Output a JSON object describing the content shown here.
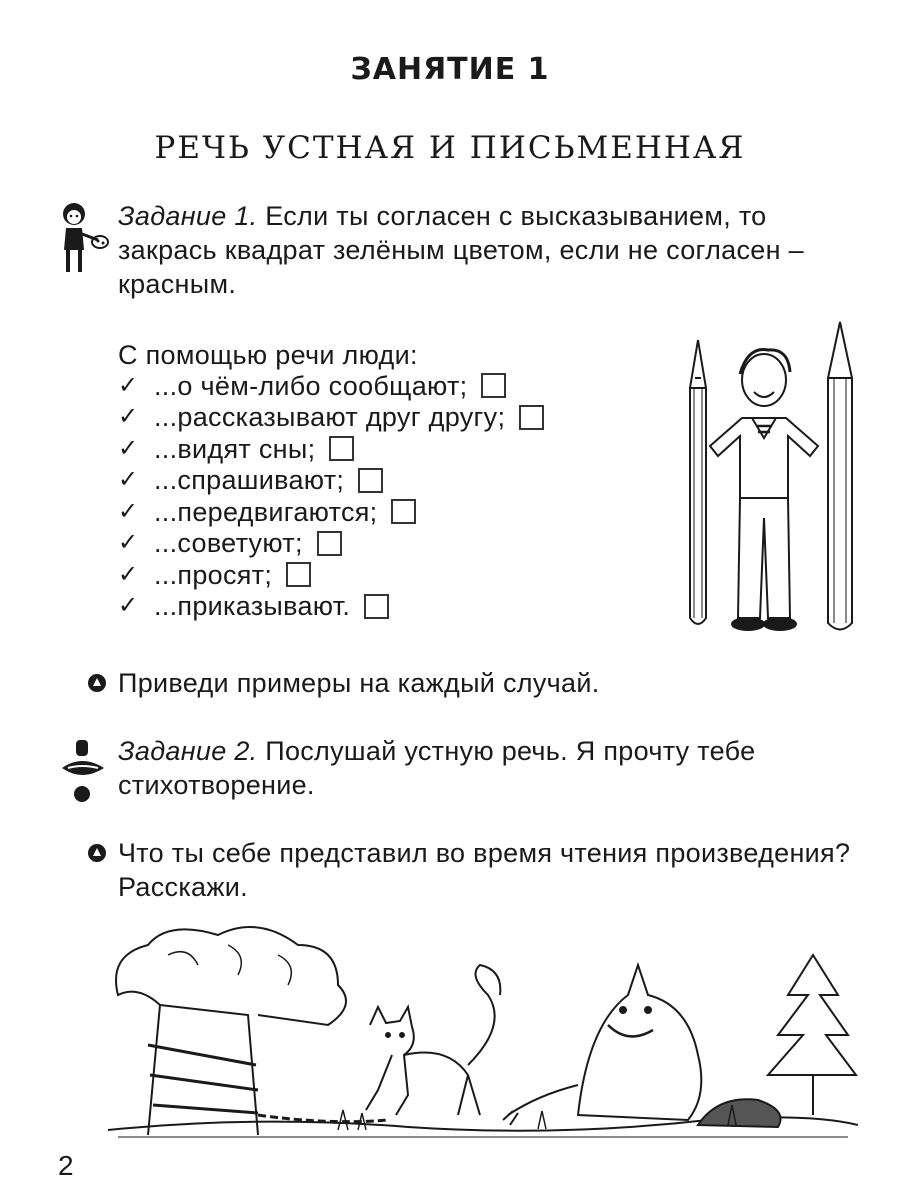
{
  "lesson_title": "ЗАНЯТИЕ 1",
  "topic_title": "РЕЧЬ УСТНАЯ И ПИСЬМЕННАЯ",
  "task1": {
    "label": "Задание 1.",
    "text": " Если ты согласен с высказыванием, то закрась квадрат зелёным цветом, если не согласен – красным."
  },
  "intro": "С помощью речи люди:",
  "items": [
    {
      "check": "✓",
      "text": "...о чём-либо сообщают;"
    },
    {
      "check": "✓",
      "text": "...рассказывают друг другу;"
    },
    {
      "check": "✓",
      "text": "...видят сны;"
    },
    {
      "check": "✓",
      "text": "...спрашивают;"
    },
    {
      "check": "✓",
      "text": "...передвигаются;"
    },
    {
      "check": "✓",
      "text": "...советуют;"
    },
    {
      "check": "✓",
      "text": "...просят;"
    },
    {
      "check": "✓",
      "text": "...приказывают."
    }
  ],
  "question1": "Приведи примеры на каждый случай.",
  "task2": {
    "label": "Задание 2.",
    "text": " Послушай устную речь. Я прочту тебе стихотворение."
  },
  "question2": "Что ты себе представил во время чтения произведения? Расскажи.",
  "page_number": "2",
  "icons": {
    "painter": "painter-icon",
    "listen": "ear-mouth-icon",
    "bullet": "bullet-triangle-icon",
    "boy_illustration": "boy-with-pencils-illustration",
    "forest_illustration": "fairy-tale-forest-illustration"
  }
}
